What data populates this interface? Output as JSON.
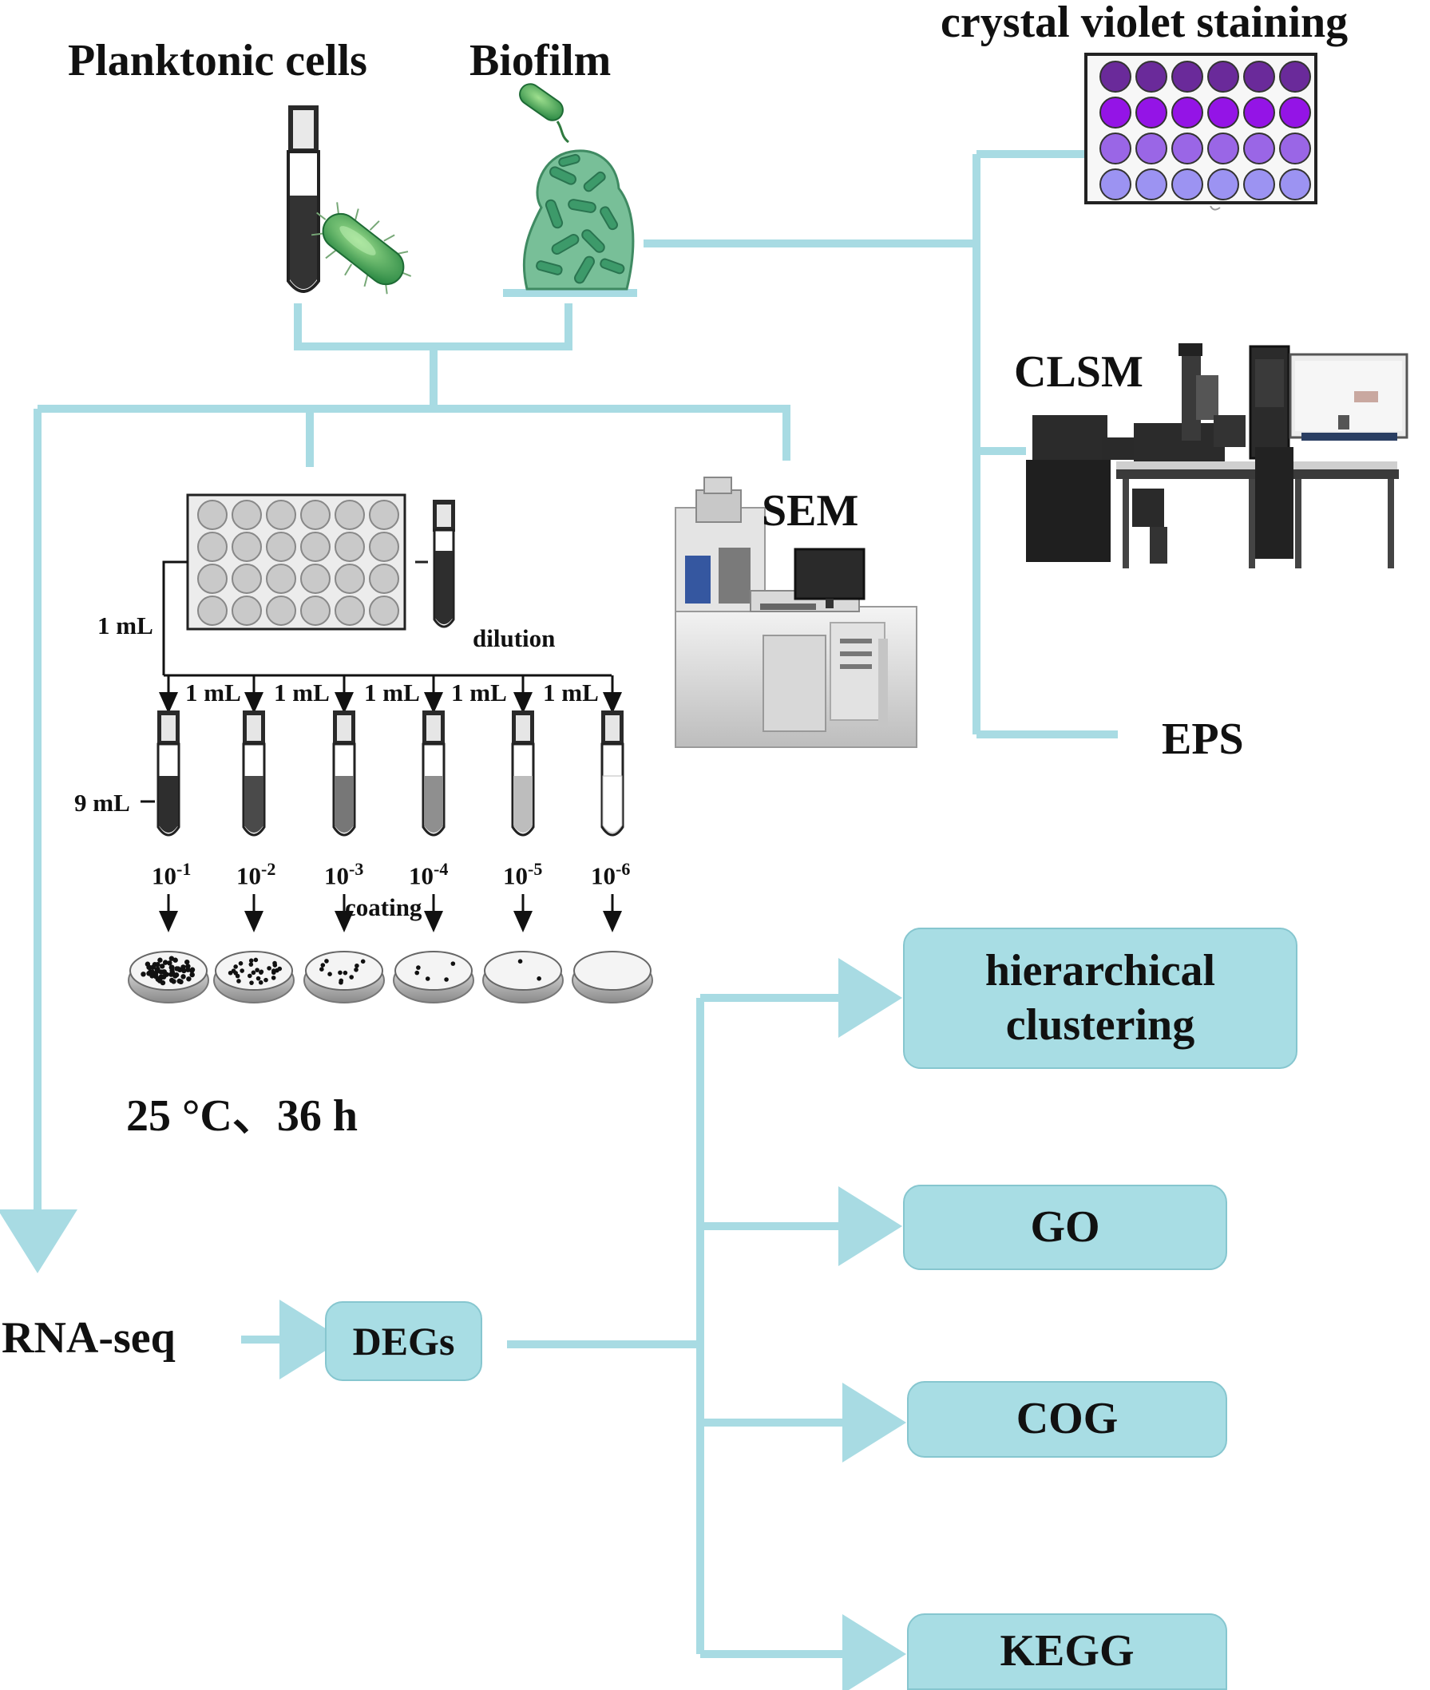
{
  "title_planktonic": "Planktonic cells",
  "title_biofilm": "Biofilm",
  "crystal_violet": "crystal violet staining",
  "clsm": "CLSM",
  "sem": "SEM",
  "eps": "EPS",
  "dilution": {
    "vol_left": "1 mL",
    "dilution_label": "dilution",
    "transfer_labels": [
      "1 mL",
      "1 mL",
      "1 mL",
      "1 mL",
      "1 mL"
    ],
    "tube_volume": "9 mL",
    "factors": [
      {
        "base": "10",
        "exp": "-1"
      },
      {
        "base": "10",
        "exp": "-2"
      },
      {
        "base": "10",
        "exp": "-3"
      },
      {
        "base": "10",
        "exp": "-4"
      },
      {
        "base": "10",
        "exp": "-5"
      },
      {
        "base": "10",
        "exp": "-6"
      }
    ],
    "coating": "coating",
    "incubation": "25 °C、36 h"
  },
  "rna_seq": "RNA-seq",
  "degs": "DEGs",
  "analyses": {
    "hierarchical_line1": "hierarchical",
    "hierarchical_line2": "clustering",
    "go": "GO",
    "cog": "COG",
    "kegg": "KEGG"
  },
  "colors": {
    "connector": "#a8dbe3",
    "box_fill": "#a8dde4",
    "plate_rows": [
      "#6a2a9a",
      "#9414e6",
      "#9a66e6",
      "#9c93f2"
    ]
  }
}
